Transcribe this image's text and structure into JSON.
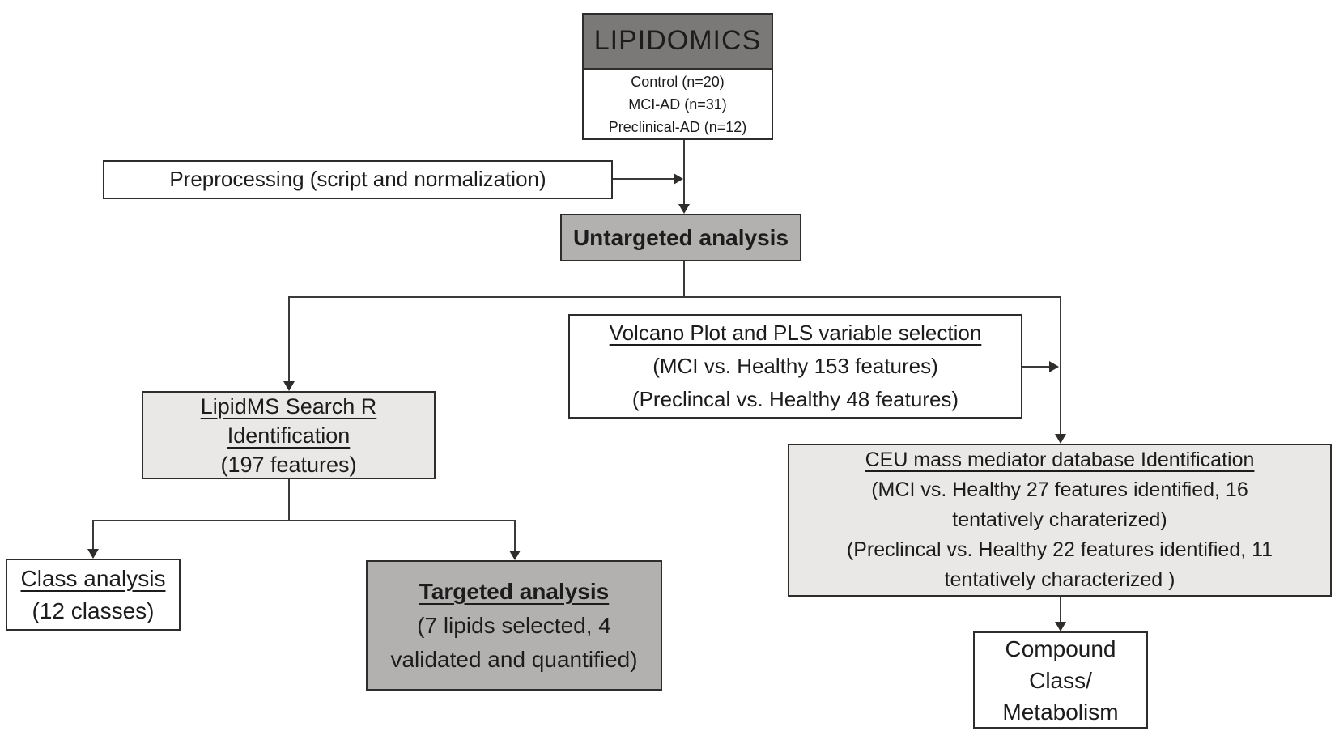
{
  "diagram_title": "LIPIDOMICS workflow flowchart",
  "colors": {
    "header_fill": "#7b7977",
    "analysis_fill": "#b3b1af",
    "identification_fill": "#e9e8e6",
    "plain_fill": "#ffffff",
    "border": "#2e2d2c",
    "connector": "#3a3a3a",
    "text": "#1c1c1c"
  },
  "nodes": {
    "lipidomics": {
      "title": "LIPIDOMICS",
      "cohorts": [
        "Control (n=20)",
        "MCI-AD (n=31)",
        "Preclinical-AD (n=12)"
      ]
    },
    "preprocessing": {
      "label": "Preprocessing (script and normalization)"
    },
    "untargeted": {
      "label": "Untargeted analysis"
    },
    "volcano": {
      "title": "Volcano Plot and PLS variable selection",
      "lines": [
        "(MCI vs. Healthy 153 features)",
        "(Preclincal vs. Healthy 48 features)"
      ]
    },
    "lipidms": {
      "title_line1": "LipidMS Search R",
      "title_line2": "Identification",
      "subtitle": "(197 features)"
    },
    "ceu": {
      "title": "CEU mass mediator database Identification",
      "lines": [
        "(MCI vs. Healthy 27 features identified, 16",
        "tentatively charaterized)",
        "(Preclincal vs. Healthy 22 features identified, 11",
        "tentatively characterized )"
      ]
    },
    "class_analysis": {
      "title": "Class analysis",
      "subtitle": "(12 classes)"
    },
    "targeted": {
      "title": "Targeted analysis",
      "lines": [
        "(7 lipids selected, 4",
        "validated and quantified)"
      ]
    },
    "compound": {
      "lines": [
        "Compound",
        "Class/",
        "Metabolism"
      ]
    }
  }
}
